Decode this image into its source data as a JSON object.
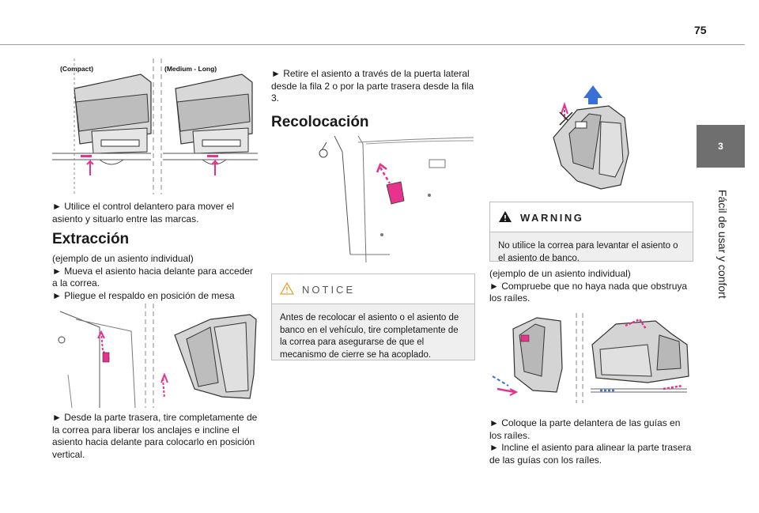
{
  "page": {
    "number": "75",
    "chapter_number": "3",
    "chapter_title": "Fácil de usar y confort"
  },
  "col1": {
    "fig1": {
      "label_left": "(Compact)",
      "label_right": "(Medium - Long)"
    },
    "p1": "► Utilice el control delantero para mover el asiento y situarlo entre las marcas.",
    "heading": "Extracción",
    "p2_l1": "(ejemplo de un asiento individual)",
    "p2_l2": "► Mueva el asiento hacia delante para acceder a la correa.",
    "p2_l3": "► Pliegue el respaldo en posición de mesa",
    "p3": "► Desde la parte trasera, tire completamente de la correa para liberar los anclajes e incline el asiento hacia delante para colocarlo en posición vertical."
  },
  "col2": {
    "p1": "► Retire el asiento a través de la puerta lateral desde la fila 2 o por la parte trasera desde la fila 3.",
    "heading": "Recolocación",
    "notice": {
      "label": "NOTICE",
      "text": "Antes de recolocar el asiento o el asiento de banco en el vehículo, tire completamente de la correa para asegurarse de que el mecanismo de cierre se ha acoplado."
    }
  },
  "col3": {
    "warning": {
      "label": "WARNING",
      "text": "No utilice la correa para levantar el asiento o el asiento de banco."
    },
    "p1_l1": "(ejemplo de un asiento individual)",
    "p1_l2": "► Compruebe que no haya nada que obstruya los raíles.",
    "p2_l1": "► Coloque la parte delantera de las guías en los raíles.",
    "p2_l2": "► Incline el asiento para alinear la parte trasera de las guías con los raíles."
  },
  "colors": {
    "accent": "#e8338c",
    "tab": "#6f6f6f",
    "notice_bg": "#efefef",
    "arrow_blue": "#3a6fd8"
  }
}
